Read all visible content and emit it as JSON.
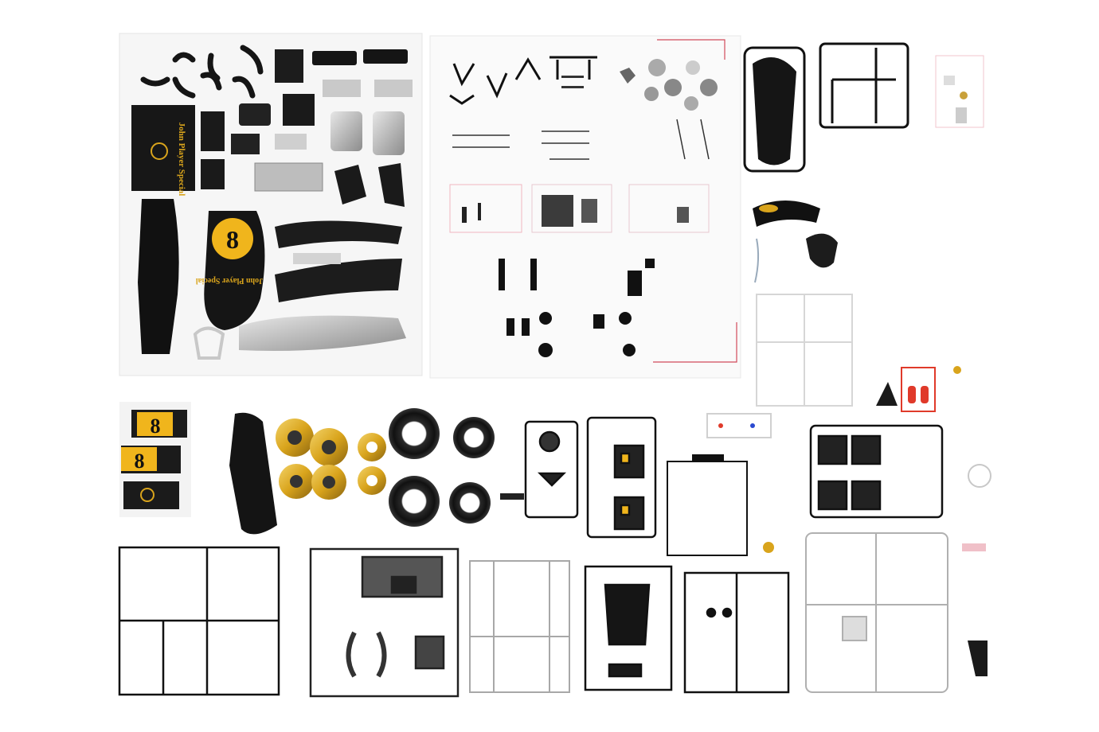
{
  "photo": {
    "subject": "model-car-kit-parts-layout",
    "colors": {
      "background": "#ffffff",
      "paper": "#f4f4f4",
      "black": "#141414",
      "gold": "#d9a41c",
      "yellow": "#f0b51c",
      "silver": "#b9b9b9",
      "sprue_black": "#1a1a1a",
      "sprue_grey": "#9a9a9a",
      "accent_red": "#e03a2a"
    }
  },
  "decals": {
    "race_number": "8",
    "sponsor_text": "John Player Special"
  }
}
